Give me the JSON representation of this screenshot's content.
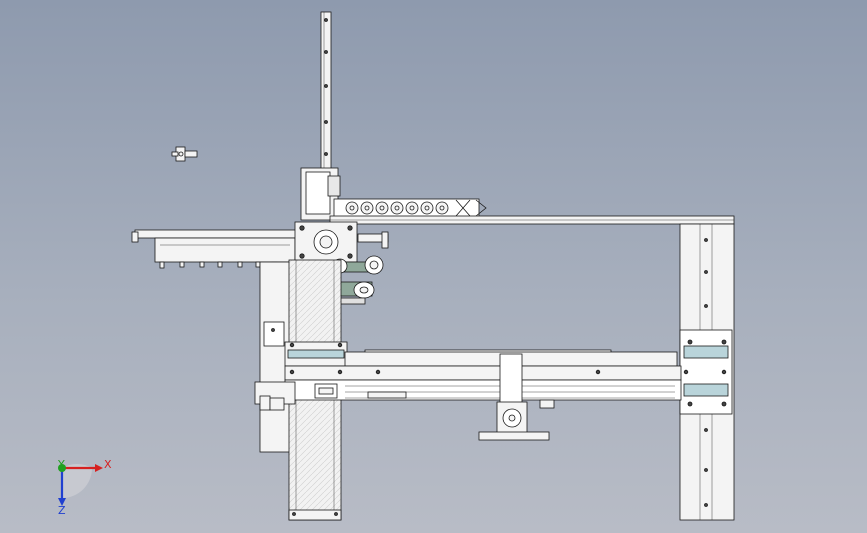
{
  "window": {
    "background_top": "#8e9aae",
    "background_bottom": "#b8bcc6"
  },
  "triad": {
    "x_label": "X",
    "y_label": "Y",
    "z_label": "Z",
    "x_color": "#d62020",
    "y_color": "#20a020",
    "z_color": "#2040d0"
  },
  "model": {
    "line_color": "#1a1a1a",
    "fill_color": "#f4f4f4",
    "accent_color": "#b9d4da",
    "roller_color": "#8fa89a"
  }
}
